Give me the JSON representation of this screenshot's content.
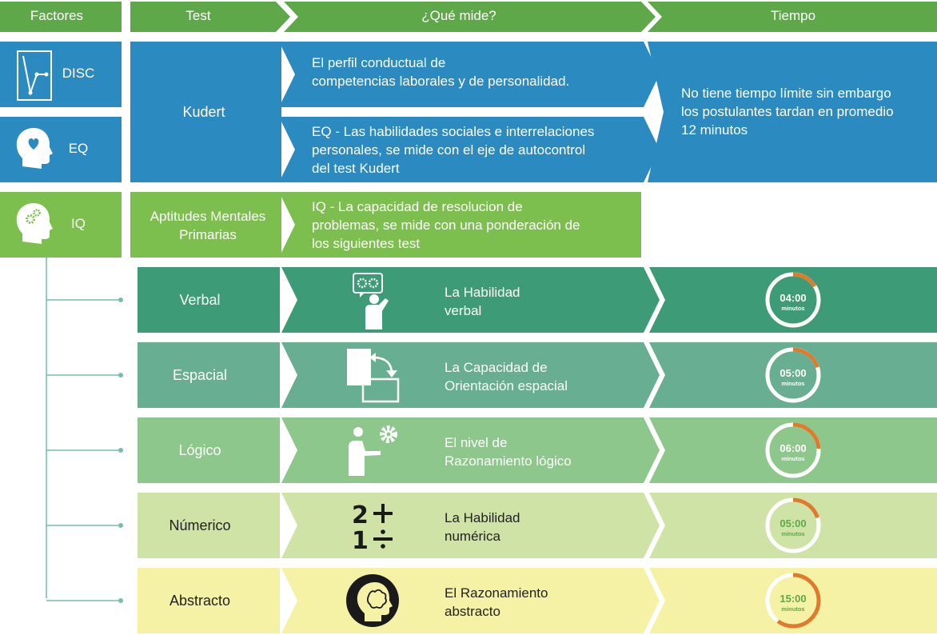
{
  "header": {
    "factores": "Factores",
    "test": "Test",
    "que_mide": "¿Qué mide?",
    "tiempo": "Tiempo"
  },
  "factors": {
    "disc": "DISC",
    "eq": "EQ",
    "iq": "IQ"
  },
  "kudert": {
    "name": "Kudert",
    "disc_desc": [
      "El perfil conductual de",
      "competencias laborales y de personalidad."
    ],
    "eq_desc": [
      "EQ -  Las habilidades sociales e interrelaciones",
      "personales, se mide con el eje de autocontrol",
      "del test Kudert"
    ],
    "time": [
      "No tiene tiempo límite sin embargo",
      "los postulantes tardan en promedio",
      "12 minutos"
    ]
  },
  "iq_row": {
    "name": [
      "Aptitudes Mentales",
      "Primarias"
    ],
    "desc": [
      "IQ -  La capacidad de resolucion de",
      "problemas, se mide con una ponderación de",
      "los siguientes test"
    ]
  },
  "minutes_label": "minutos",
  "subtests": [
    {
      "name": "Verbal",
      "desc": [
        "La Habilidad",
        "verbal"
      ],
      "time": "04:00",
      "icon": "speaker-gears-icon",
      "color": "#3d9b77",
      "time_fraction": 0.16
    },
    {
      "name": "Espacial",
      "desc": [
        "La Capacidad de",
        "Orientación espacial"
      ],
      "time": "05:00",
      "icon": "spatial-rotation-icon",
      "color": "#68ae93",
      "time_fraction": 0.2
    },
    {
      "name": "Lógico",
      "desc": [
        "El nivel de",
        "Razonamiento lógico"
      ],
      "time": "06:00",
      "icon": "person-gear-icon",
      "color": "#8ec78b",
      "time_fraction": 0.24
    },
    {
      "name": "Númerico",
      "desc": [
        "La Habilidad",
        "numérica"
      ],
      "time": "05:00",
      "icon": "math-symbols-icon",
      "color": "#cfe3a6",
      "time_fraction": 0.2
    },
    {
      "name": "Abstracto",
      "desc": [
        "El Razonamiento",
        "abstracto"
      ],
      "time": "15:00",
      "icon": "head-brain-icon",
      "color": "#f5f2a6",
      "time_fraction": 0.6
    }
  ],
  "colors": {
    "header_green": "#5ea84a",
    "blue": "#2b8abf",
    "iq_green": "#7cbf4f",
    "timer_orange": "#e07b2c",
    "connector": "#76bfa6"
  }
}
